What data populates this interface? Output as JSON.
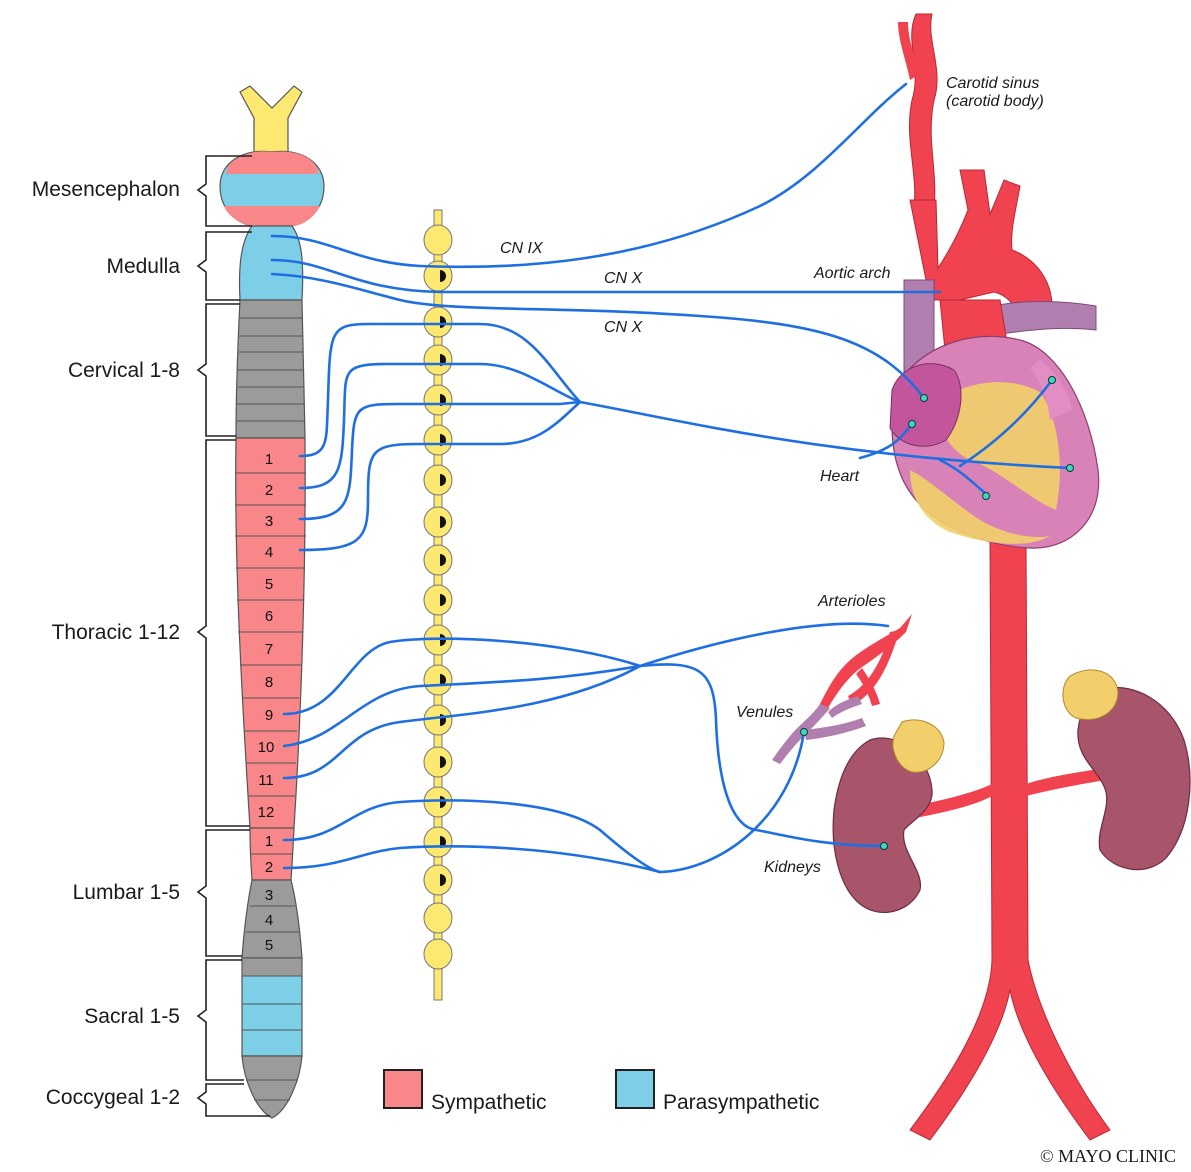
{
  "regions": [
    {
      "key": "mesencephalon",
      "label": "Mesencephalon"
    },
    {
      "key": "medulla",
      "label": "Medulla"
    },
    {
      "key": "cervical",
      "label": "Cervical 1-8"
    },
    {
      "key": "thoracic",
      "label": "Thoracic 1-12"
    },
    {
      "key": "lumbar",
      "label": "Lumbar 1-5"
    },
    {
      "key": "sacral",
      "label": "Sacral 1-5"
    },
    {
      "key": "coccygeal",
      "label": "Coccygeal 1-2"
    }
  ],
  "thoracic_segments": [
    "1",
    "2",
    "3",
    "4",
    "5",
    "6",
    "7",
    "8",
    "9",
    "10",
    "11",
    "12"
  ],
  "lumbar_segments": [
    "1",
    "2",
    "3",
    "4",
    "5"
  ],
  "nerves": {
    "cn9": "CN IX",
    "cn10_a": "CN X",
    "cn10_b": "CN X"
  },
  "organs": {
    "carotid_sinus_line1": "Carotid sinus",
    "carotid_sinus_line2": "(carotid body)",
    "aortic_arch": "Aortic arch",
    "heart": "Heart",
    "arterioles": "Arterioles",
    "venules": "Venules",
    "kidneys": "Kidneys"
  },
  "legend": {
    "sympathetic": "Sympathetic",
    "parasympathetic": "Parasympathetic"
  },
  "colors": {
    "sympathetic": "#f9878a",
    "parasympathetic": "#7ccfe6",
    "inactive_segment": "#9b9b9b",
    "nerve": "#1f6fe0",
    "ganglion_chain": "#fde972",
    "artery": "#f0424f",
    "heart_muscle": "#d882b7",
    "fat": "#f2cf6a",
    "kidney": "#a8546b",
    "vein": "#b17eb0"
  },
  "copyright": "© MAYO CLINIC"
}
